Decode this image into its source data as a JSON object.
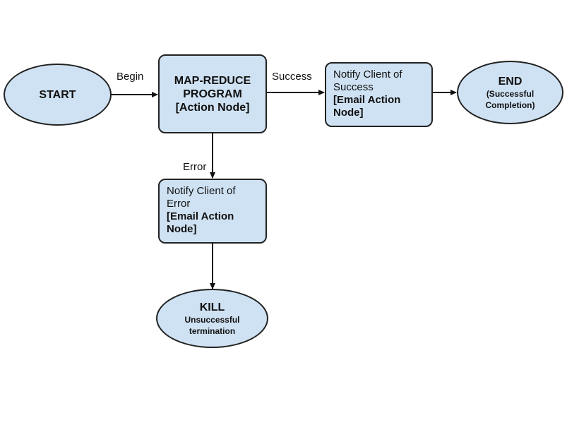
{
  "nodes": {
    "start": {
      "label": "START"
    },
    "mapreduce": {
      "line1": "MAP-REDUCE",
      "line2": "PROGRAM",
      "line3": "[Action Node]"
    },
    "notify_success": {
      "text": "Notify Client of Success",
      "bold": "[Email Action Node]"
    },
    "end": {
      "title": "END",
      "sub1": "(Successful",
      "sub2": "Completion)"
    },
    "notify_error": {
      "text": "Notify Client of Error",
      "bold": "[Email Action Node]"
    },
    "kill": {
      "title": "KILL",
      "sub1": "Unsuccessful",
      "sub2": "termination"
    }
  },
  "edges": {
    "begin": "Begin",
    "success": "Success",
    "error": "Error"
  },
  "colors": {
    "node_fill": "#cfe2f3",
    "stroke": "#222222"
  }
}
